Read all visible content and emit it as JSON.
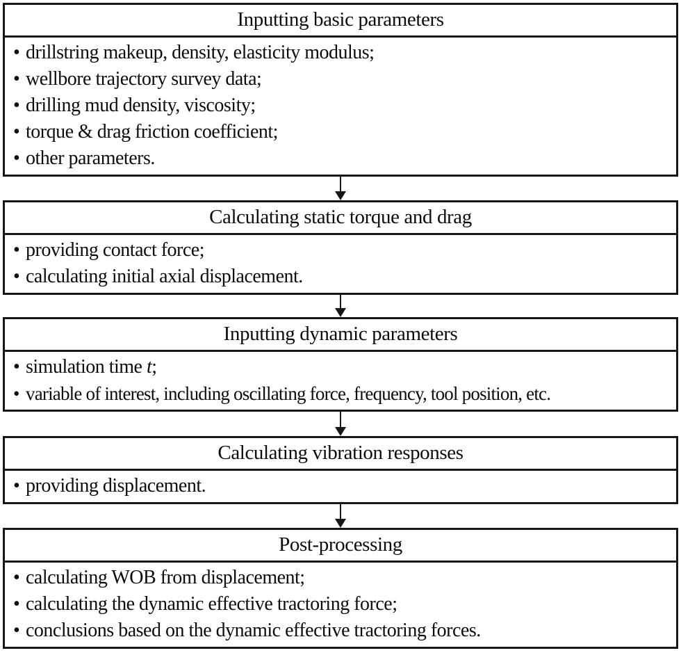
{
  "diagram": {
    "bullet_char": "•",
    "colors": {
      "line": "#161616",
      "text": "#0c0c0c",
      "background": "#ffffff"
    },
    "boxes": [
      {
        "title": "Inputting basic parameters",
        "items": [
          "drillstring makeup, density, elasticity modulus;",
          "wellbore trajectory survey data;",
          "drilling mud density, viscosity;",
          "torque & drag friction coefficient;",
          "other parameters."
        ]
      },
      {
        "title": "Calculating static torque and drag",
        "items": [
          "providing contact force;",
          "calculating initial axial displacement."
        ]
      },
      {
        "title": "Inputting dynamic parameters",
        "items": [
          {
            "pre": "simulation time ",
            "var": "t",
            "post": ";"
          },
          "variable of interest, including oscillating force, frequency, tool position, etc."
        ]
      },
      {
        "title": "Calculating vibration responses",
        "items": [
          "providing displacement."
        ]
      },
      {
        "title": "Post-processing",
        "items": [
          "calculating WOB from displacement;",
          "calculating the dynamic effective tractoring force;",
          "conclusions based on the dynamic effective tractoring forces."
        ]
      }
    ]
  }
}
